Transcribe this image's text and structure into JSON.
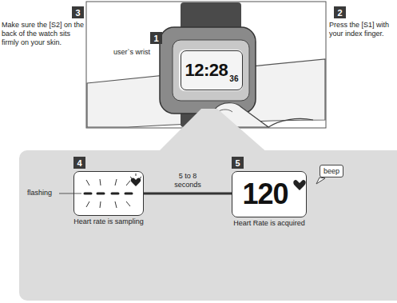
{
  "diagram": {
    "nodes": [
      {
        "text": [
          "3"
        ]
      },
      {
        "text": [
          "2"
        ]
      },
      {
        "text": [
          "1"
        ]
      },
      {
        "text": [
          "12:28",
          "36"
        ]
      },
      {
        "text": [
          "4"
        ]
      },
      {
        "text": [
          "Heart rate is sampling"
        ]
      },
      {
        "text": [
          "5"
        ]
      },
      {
        "text": [
          "120",
          "Heart Rate is acquired"
        ]
      },
      {
        "text": [
          "beep"
        ]
      }
    ],
    "edges": [
      {
        "from": 5,
        "to": 7,
        "label": "5 to 8 seconds",
        "arrow": "none"
      }
    ],
    "labels": [
      "Make sure the [S2] on the back of the watch sits firmly on your skin.",
      "Press the [S1] with your index finger.",
      "user`s wrist",
      "flashing"
    ]
  }
}
